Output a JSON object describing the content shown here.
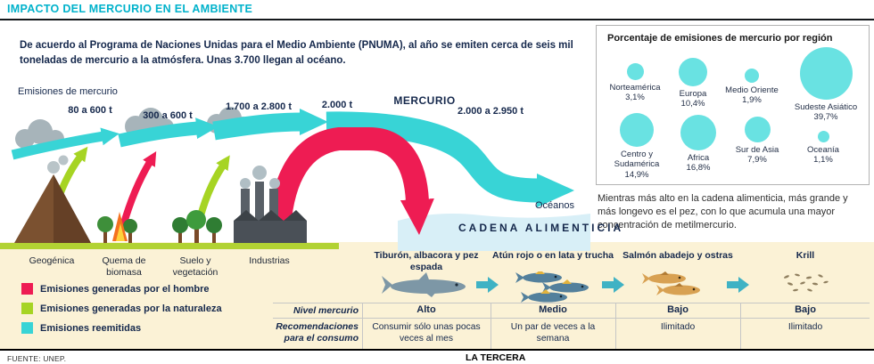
{
  "meta": {
    "title": "IMPACTO DEL MERCURIO EN EL AMBIENTE",
    "source": "FUENTE: UNEP.",
    "brand": "LA TERCERA"
  },
  "intro": {
    "text": "De acuerdo al Programa de Naciones Unidas para el Medio Ambiente (PNUMA), al año se emiten cerca de seis mil toneladas de mercurio a la atmósfera. Unas 3.700 llegan al océano."
  },
  "emissions_diagram": {
    "label": "Emisiones de mercurio",
    "mercury_label": "MERCURIO",
    "oceans_label": "Océanos",
    "flows": [
      {
        "value": "80 a 600 t"
      },
      {
        "value": "300 a 600 t"
      },
      {
        "value": "1.700 a 2.800 t"
      },
      {
        "value": "2.000 t"
      },
      {
        "value": "2.000 a 2.950 t"
      }
    ],
    "sources": [
      {
        "label": "Geogénica"
      },
      {
        "label": "Quema de biomasa"
      },
      {
        "label": "Suelo y vegetación"
      },
      {
        "label": "Industrias"
      }
    ],
    "legend": [
      {
        "label": "Emisiones generadas por el hombre",
        "color": "#ee1c53"
      },
      {
        "label": "Emisiones generadas por la naturaleza",
        "color": "#a6d423"
      },
      {
        "label": "Emisiones reemitidas",
        "color": "#38d4d6"
      }
    ]
  },
  "region_panel": {
    "title": "Porcentaje de emisiones de mercurio por región",
    "regions": [
      {
        "name": "Norteamérica",
        "value": "3,1%",
        "pct": 3.1
      },
      {
        "name": "Europa",
        "value": "10,4%",
        "pct": 10.4
      },
      {
        "name": "Medio Oriente",
        "value": "1,9%",
        "pct": 1.9
      },
      {
        "name": "Sudeste Asiático",
        "value": "39,7%",
        "pct": 39.7
      },
      {
        "name": "Centro y Sudamérica",
        "value": "14,9%",
        "pct": 14.9
      },
      {
        "name": "Africa",
        "value": "16,8%",
        "pct": 16.8
      },
      {
        "name": "Sur de Asia",
        "value": "7,9%",
        "pct": 7.9
      },
      {
        "name": "Oceanía",
        "value": "1,1%",
        "pct": 1.1
      }
    ]
  },
  "note": "Mientras más alto en la cadena alimenticia, más grande y más longevo es el pez, con lo que acumula una mayor concentración de metilmercurio.",
  "food_chain": {
    "title": "CADENA ALIMENTICIA",
    "row_labels": {
      "mercury": "Nivel mercurio",
      "recommendations": "Recomendaciones para el consumo"
    },
    "stages": [
      {
        "name": "Tiburón, albacora y pez espada",
        "mercury": "Alto",
        "recommendation": "Consumir sólo unas pocas veces al mes"
      },
      {
        "name": "Atún rojo o en lata y trucha",
        "mercury": "Medio",
        "recommendation": "Un par de veces a la semana"
      },
      {
        "name": "Salmón abadejo y ostras",
        "mercury": "Bajo",
        "recommendation": "Ilimitado"
      },
      {
        "name": "Krill",
        "mercury": "Bajo",
        "recommendation": "Ilimitado"
      }
    ]
  },
  "chart_data": {
    "type": "bubble",
    "title": "Porcentaje de emisiones de mercurio por región",
    "categories": [
      "Norteamérica",
      "Europa",
      "Medio Oriente",
      "Sudeste Asiático",
      "Centro y Sudamérica",
      "Africa",
      "Sur de Asia",
      "Oceanía"
    ],
    "values": [
      3.1,
      10.4,
      1.9,
      39.7,
      14.9,
      16.8,
      7.9,
      1.1
    ],
    "unit": "%"
  }
}
